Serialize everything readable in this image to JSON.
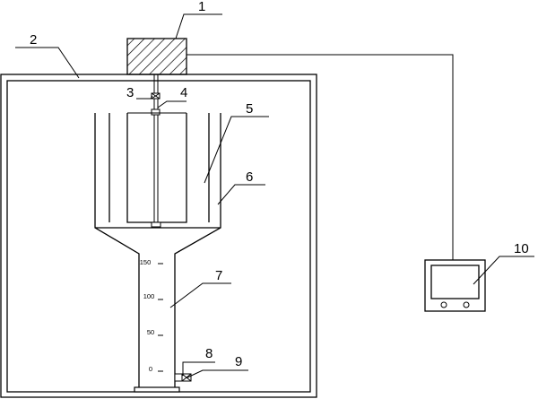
{
  "labels": {
    "l1": "1",
    "l2": "2",
    "l3": "3",
    "l4": "4",
    "l5": "5",
    "l6": "6",
    "l7": "7",
    "l8": "8",
    "l9": "9",
    "l10": "10"
  },
  "scale": {
    "t150": "150",
    "t100": "100",
    "t50": "50",
    "t0": "0"
  }
}
